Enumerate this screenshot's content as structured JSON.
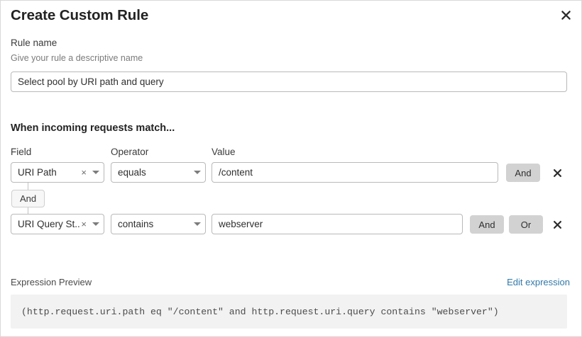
{
  "dialog": {
    "title": "Create Custom Rule",
    "close_icon": "close-icon"
  },
  "rule_name": {
    "label": "Rule name",
    "sublabel": "Give your rule a descriptive name",
    "value": "Select pool by URI path and query",
    "placeholder": "Rule name"
  },
  "match_section": {
    "heading": "When incoming requests match...",
    "columns": {
      "field": "Field",
      "operator": "Operator",
      "value": "Value"
    },
    "connector": {
      "label": "And"
    },
    "rows": [
      {
        "field": "URI Path",
        "operator": "equals",
        "value": "/content",
        "value_placeholder": "Value",
        "buttons": [
          "And"
        ],
        "delete_icon": "close-icon",
        "clear_icon": "clear-icon",
        "caret_icon": "chevron-down-icon"
      },
      {
        "field": "URI Query St...",
        "operator": "contains",
        "value": "webserver",
        "value_placeholder": "Value",
        "buttons": [
          "And",
          "Or"
        ],
        "delete_icon": "close-icon",
        "clear_icon": "clear-icon",
        "caret_icon": "chevron-down-icon"
      }
    ]
  },
  "expression_preview": {
    "label": "Expression Preview",
    "edit_link": "Edit expression",
    "expression": "(http.request.uri.path eq \"/content\" and http.request.uri.query contains \"webserver\")"
  },
  "colors": {
    "link": "#3178a8",
    "chip_bg": "#d2d2d2",
    "code_bg": "#f2f2f2",
    "border": "#b9b9b9"
  }
}
